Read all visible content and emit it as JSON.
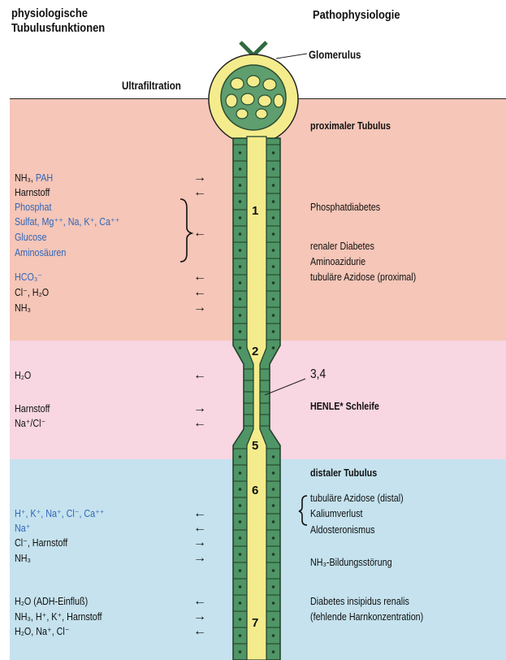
{
  "headers": {
    "left": [
      "physiologische",
      "Tubulusfunktionen"
    ],
    "right": "Pathophysiologie",
    "glomerulus": "Glomerulus",
    "ultrafiltration": "Ultrafiltration"
  },
  "sections": {
    "proximal": "proximaler Tubulus",
    "henle": "HENLE* Schleife",
    "henle_num": "3,4",
    "distal": "distaler Tubulus"
  },
  "segments": [
    "1",
    "2",
    "5",
    "6",
    "7"
  ],
  "left_items": [
    {
      "text": "NH₃, ",
      "text2": "PAH",
      "dir": "→"
    },
    {
      "text": "Harnstoff",
      "dir": "←"
    },
    {
      "text": "Phosphat",
      "blue": true
    },
    {
      "text": "Sulfat, Mg⁺⁺, Na, K⁺, Ca⁺⁺",
      "blue": true
    },
    {
      "text": "Glucose",
      "blue": true
    },
    {
      "text": "Aminosäuren",
      "blue": true
    },
    {
      "text": "HCO₃⁻",
      "blue": true,
      "dir": "←"
    },
    {
      "text": "Cl⁻, H₂O",
      "dir": "←"
    },
    {
      "text": "NH₃",
      "dir": "→"
    },
    {
      "text": "H₂O",
      "dir": "←"
    },
    {
      "text": "Harnstoff",
      "dir": "→"
    },
    {
      "text": "Na⁺/Cl⁻",
      "dir": "←"
    },
    {
      "text": "H⁺, K⁺, Na⁺, Cl⁻, Ca⁺⁺",
      "blue": true,
      "dir": "←"
    },
    {
      "text": "Na⁺",
      "blue": true,
      "dir": "←"
    },
    {
      "text": "Cl⁻, Harnstoff",
      "dir": "→"
    },
    {
      "text": "NH₃",
      "dir": "→"
    },
    {
      "text": "H₂O (ADH-Einfluß)",
      "dir": "←"
    },
    {
      "text": "NH₃, H⁺, K⁺, Harnstoff",
      "dir": "→"
    },
    {
      "text": "H₂O, Na⁺, Cl⁻",
      "dir": "←"
    }
  ],
  "bracket_arrow": "←",
  "right_items": [
    "Phosphatdiabetes",
    "renaler Diabetes",
    "Aminoazidurie",
    "tubuläre Azidose (proximal)",
    "tubuläre Azidose (distal)",
    "Kaliumverlust",
    "Aldosteronismus",
    "NH₃-Bildungsstörung",
    "Diabetes insipidus renalis",
    "(fehlende Harnkonzentration)"
  ]
}
